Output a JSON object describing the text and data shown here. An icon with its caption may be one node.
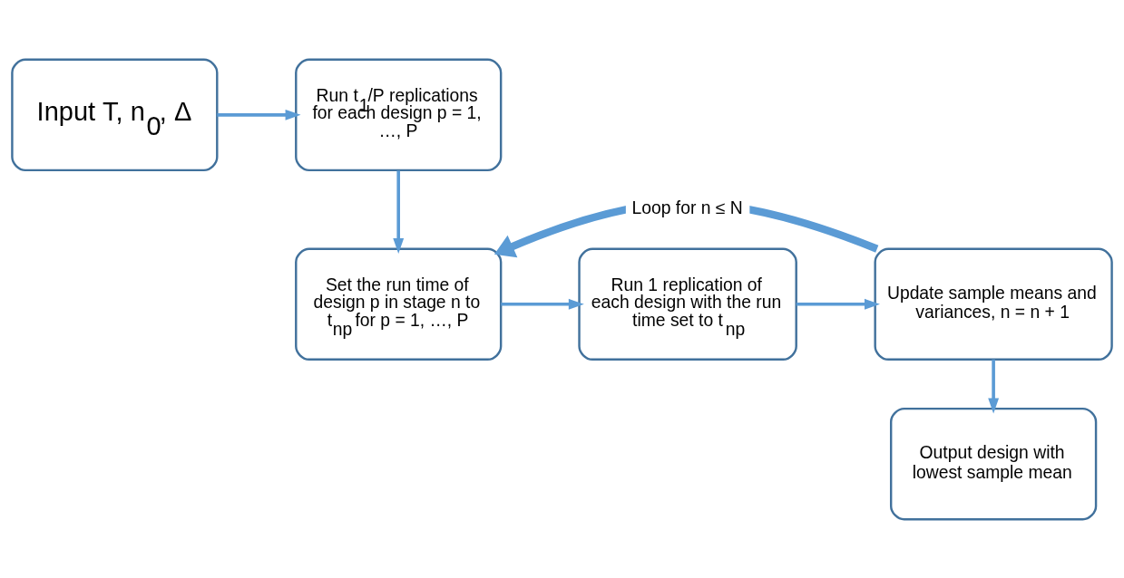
{
  "diagram": {
    "nodes": [
      {
        "text": [
          "Input T, n$_{0}$, Δ"
        ]
      },
      {
        "text": [
          "Run t$_{1}$/P replications for each design p = 1, …, P"
        ]
      },
      {
        "text": [
          "Set the run time of design p in stage n to t$_{np}$ for p = 1, …, P"
        ]
      },
      {
        "text": [
          "Run 1 replication of each design with the run time set to t$_{np}$"
        ]
      },
      {
        "text": [
          "Update sample means and variances, n = n + 1"
        ]
      },
      {
        "text": [
          "Output design with lowest sample mean"
        ]
      }
    ],
    "edges": [
      {
        "from": 0,
        "to": 1,
        "arrow": "to"
      },
      {
        "from": 1,
        "to": 2,
        "arrow": "to"
      },
      {
        "from": 2,
        "to": 3,
        "arrow": "to"
      },
      {
        "from": 3,
        "to": 4,
        "arrow": "to"
      },
      {
        "from": 4,
        "to": 2,
        "arrow": "to",
        "label": "Loop for n ≤ N",
        "style": "thick"
      },
      {
        "from": 4,
        "to": 5,
        "arrow": "to"
      }
    ]
  }
}
